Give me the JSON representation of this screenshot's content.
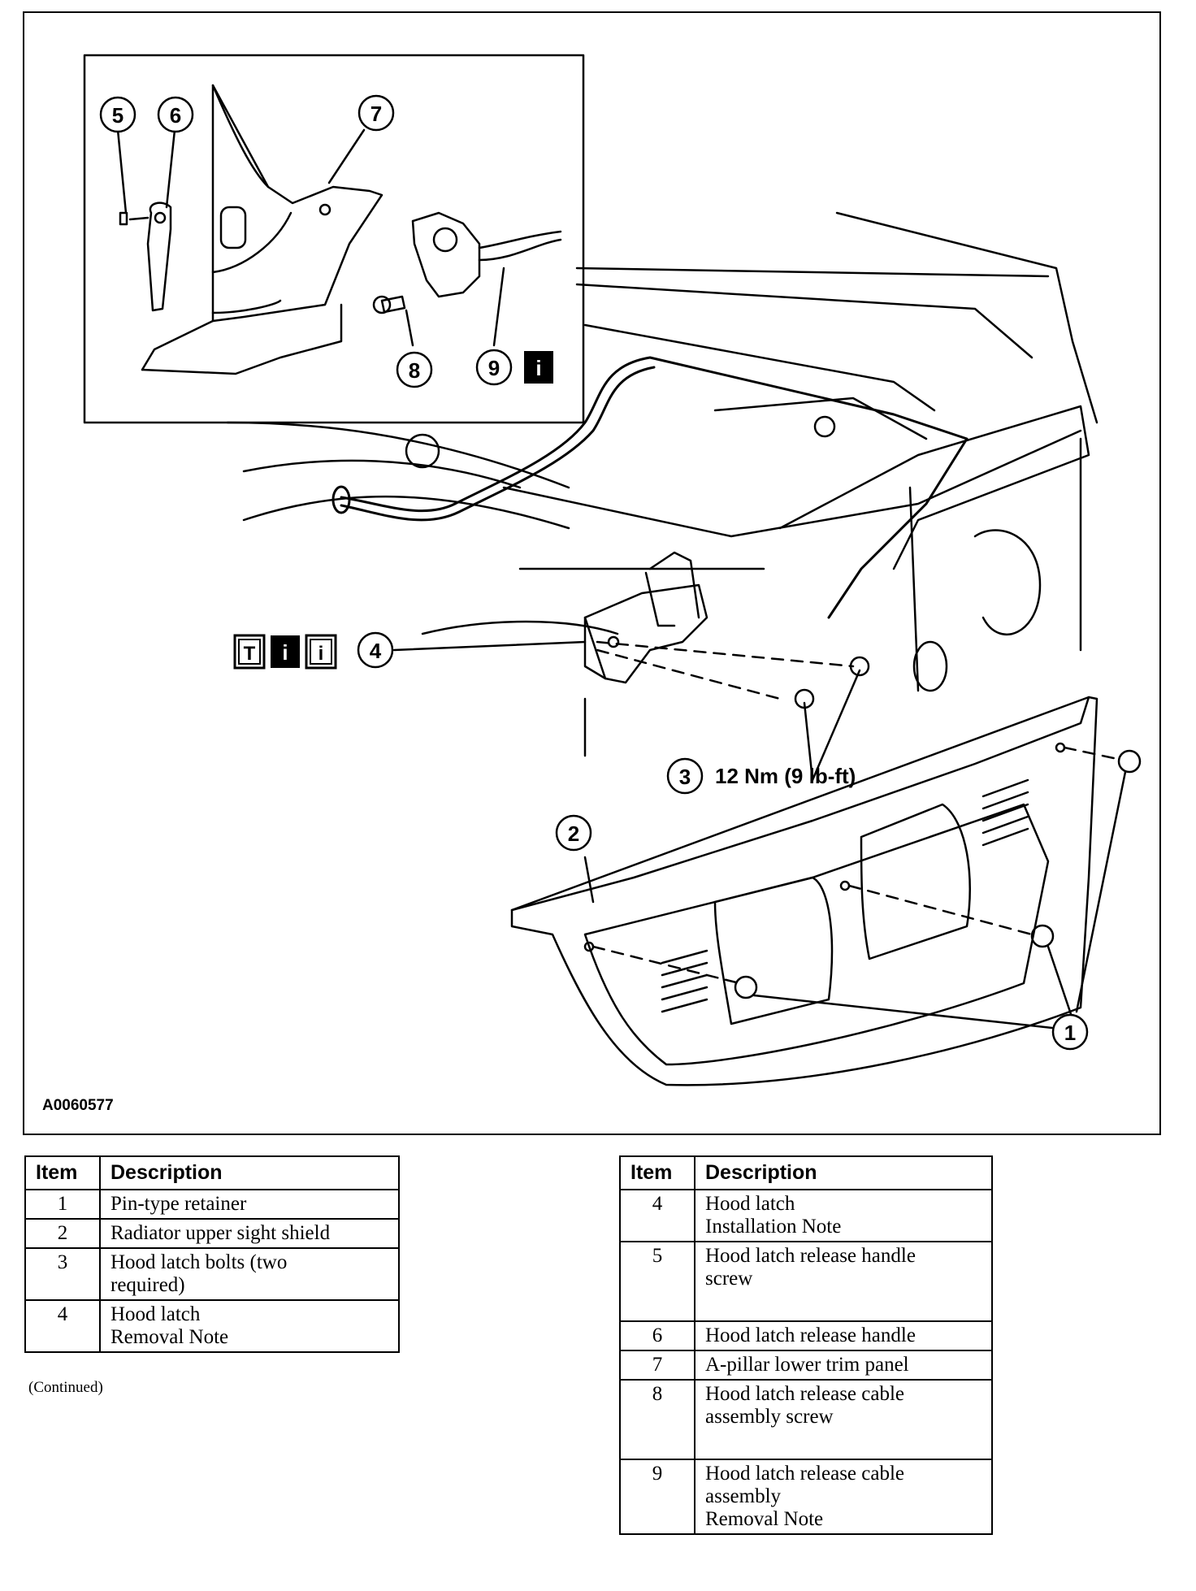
{
  "figure": {
    "id": "A0060577",
    "torque_label": "12 Nm (9 lb-ft)",
    "callouts": [
      "1",
      "2",
      "3",
      "4",
      "5",
      "6",
      "7",
      "8",
      "9"
    ],
    "info_icon_glyph": "i",
    "note_icon_glyph": "i",
    "removal_icon_glyph": "T"
  },
  "legend_left": {
    "col_item": "Item",
    "col_desc": "Description",
    "rows": [
      {
        "item": "1",
        "desc": "Pin-type retainer"
      },
      {
        "item": "2",
        "desc": "Radiator upper sight shield"
      },
      {
        "item": "3",
        "desc": "Hood latch bolts (two\nrequired)"
      },
      {
        "item": "4",
        "desc": "Hood latch\nRemoval Note"
      }
    ],
    "footer": "(Continued)"
  },
  "legend_right": {
    "col_item": "Item",
    "col_desc": "Description",
    "rows": [
      {
        "item": "4",
        "desc": "Hood latch\nInstallation Note"
      },
      {
        "item": "5",
        "desc": "Hood latch release handle\nscrew"
      },
      {
        "item": "6",
        "desc": "Hood latch release handle"
      },
      {
        "item": "7",
        "desc": "A-pillar lower trim panel"
      },
      {
        "item": "8",
        "desc": "Hood latch release cable\nassembly screw"
      },
      {
        "item": "9",
        "desc": "Hood latch release cable\nassembly\nRemoval Note"
      }
    ]
  }
}
